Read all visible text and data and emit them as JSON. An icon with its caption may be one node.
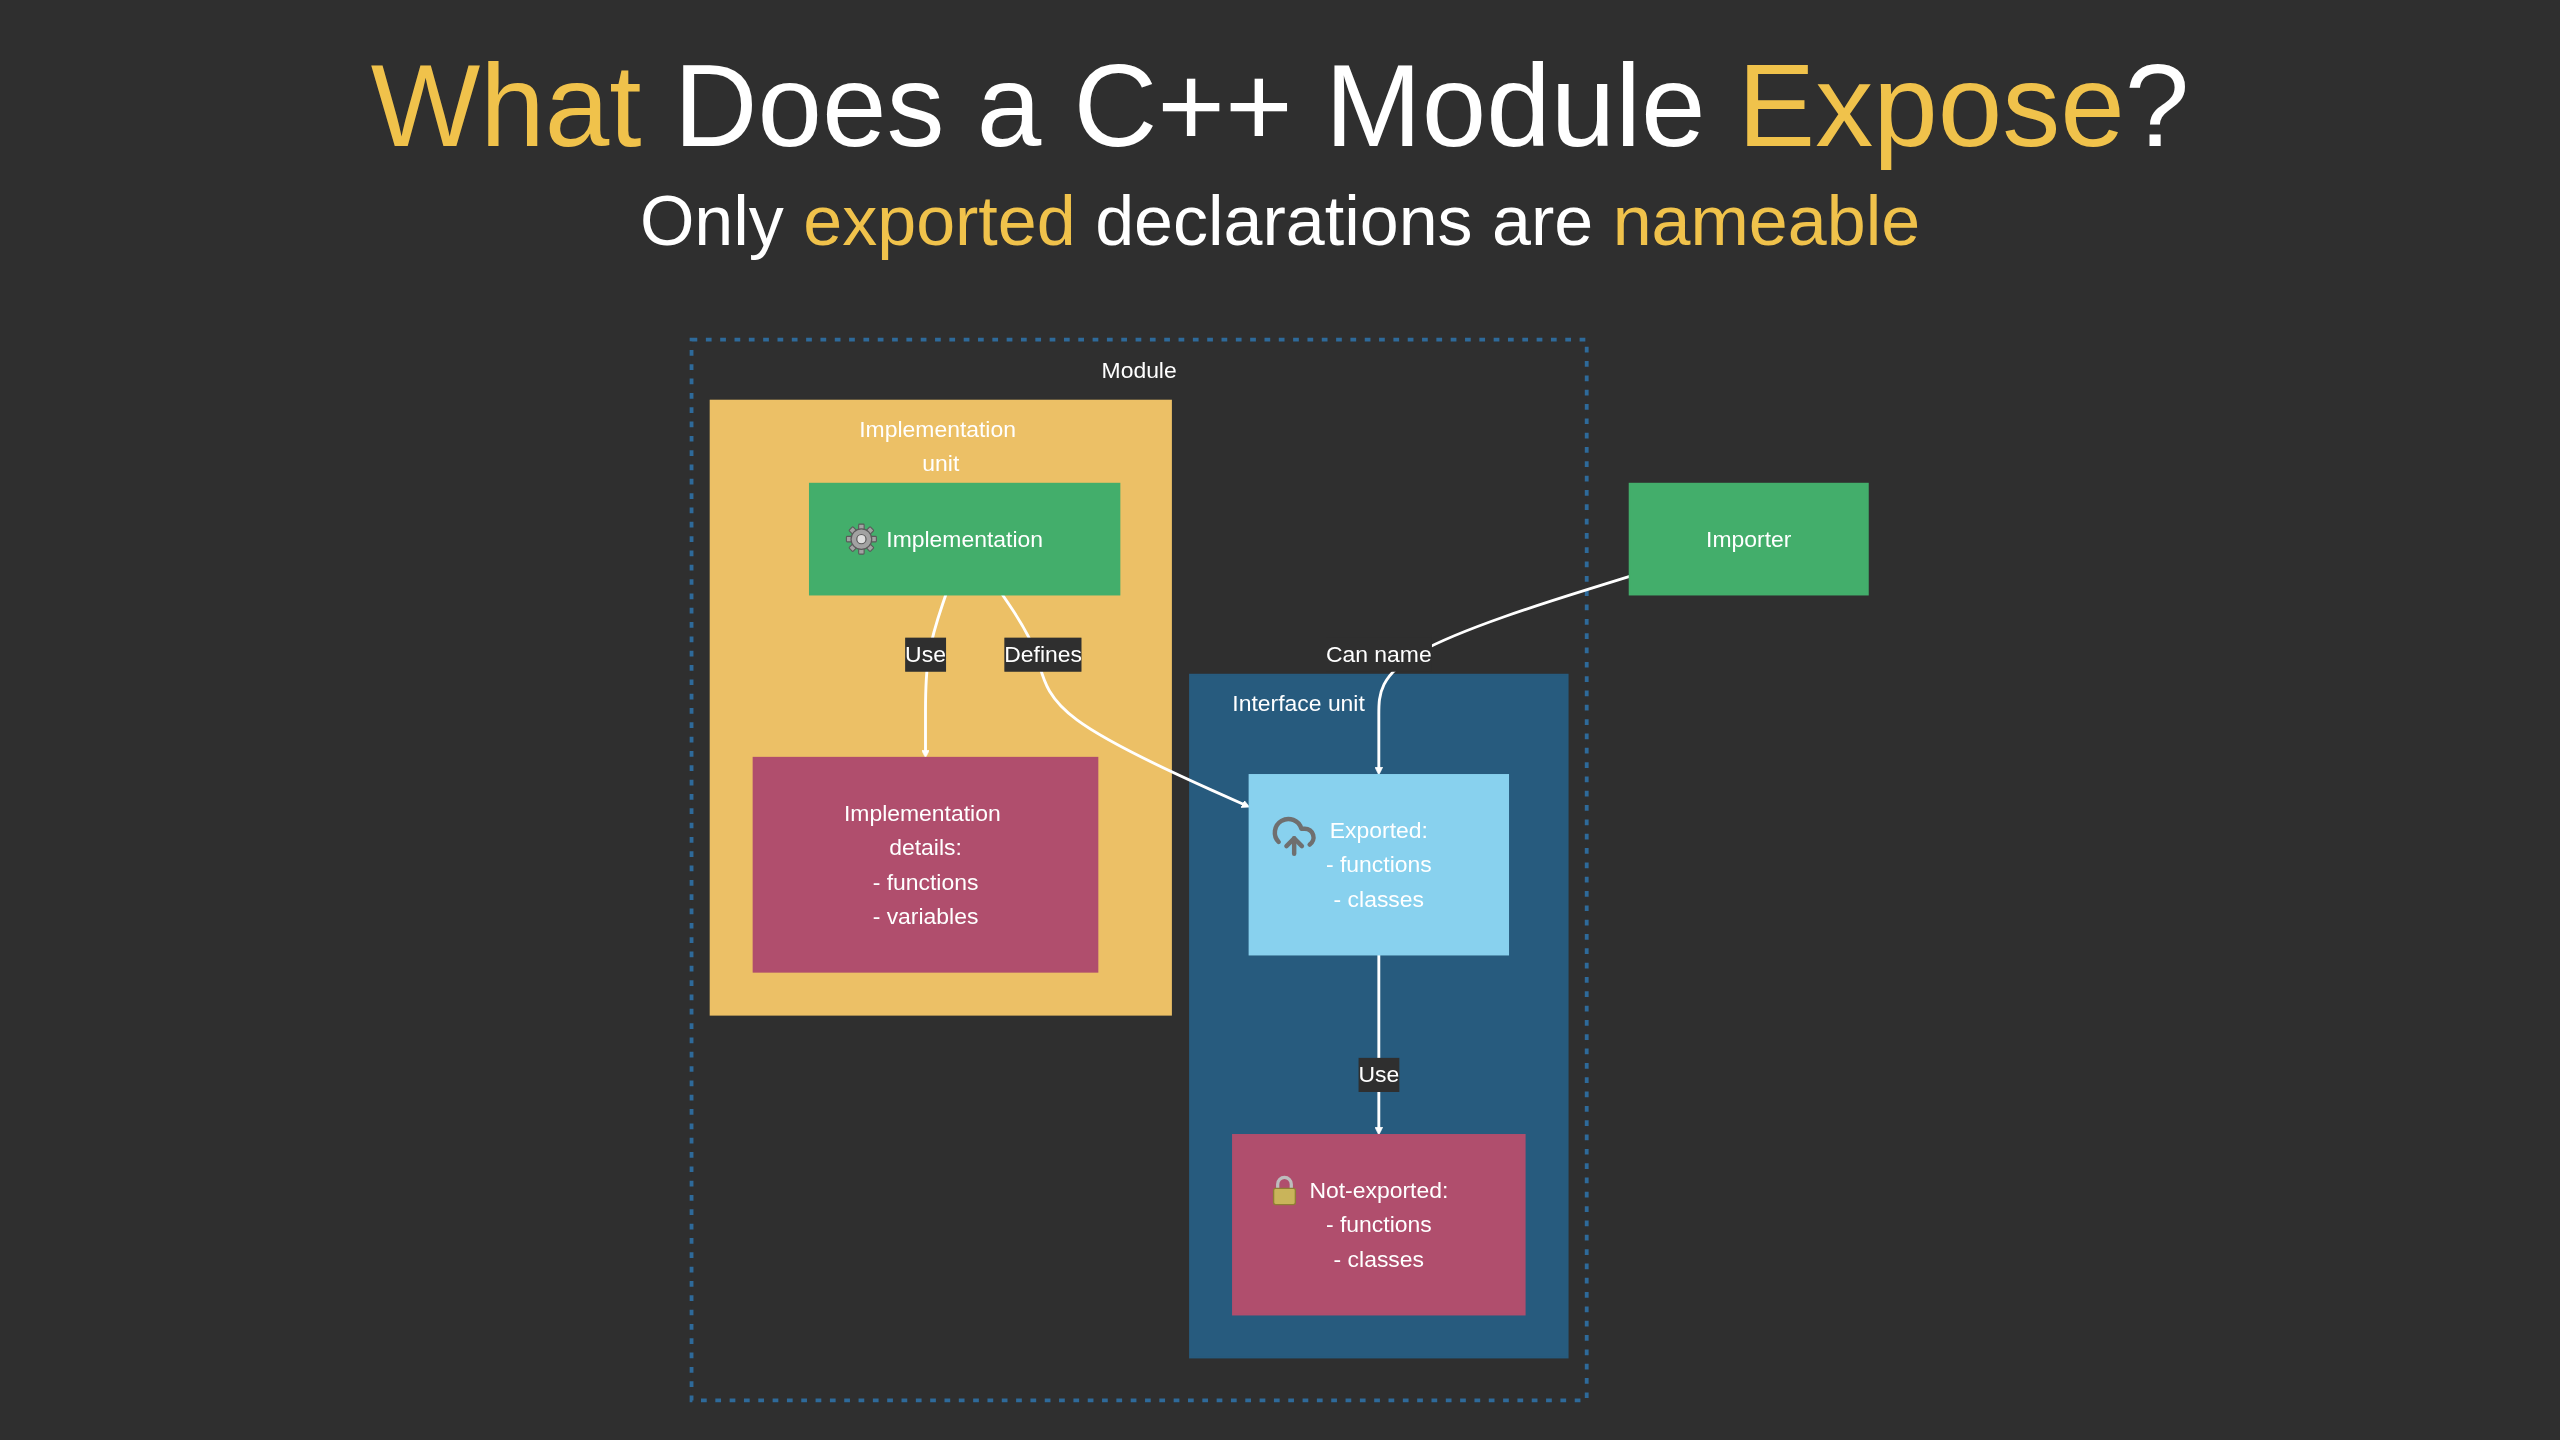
{
  "diagram": {
    "title": "What Does a C++ Module Expose?",
    "nodes": [
      {
        "text": [
          "Importer"
        ]
      },
      {
        "text": [
          "Module"
        ]
      },
      {
        "text": [
          "Interface unit"
        ],
        "in": 1
      },
      {
        "text": [
          "Exported:",
          "- functions",
          "- classes"
        ],
        "in": 2
      },
      {
        "text": [
          "Not-exported:",
          "- functions",
          "- classes"
        ],
        "in": 2
      },
      {
        "text": [
          "Implementation unit"
        ],
        "in": 1
      },
      {
        "text": [
          "Implementation"
        ],
        "in": 5
      },
      {
        "text": [
          "Implementation details:",
          "- functions",
          "- variables"
        ],
        "in": 5
      }
    ],
    "edges": [
      {
        "from": 0,
        "to": 3,
        "arrow": "to",
        "label": "Can name"
      },
      {
        "from": 6,
        "to": 3,
        "arrow": "to",
        "label": "Defines"
      },
      {
        "from": 3,
        "to": 4,
        "arrow": "to",
        "label": "Use"
      },
      {
        "from": 6,
        "to": 7,
        "arrow": "to",
        "label": "Use"
      }
    ],
    "labels": [
      "Only exported declarations are nameable"
    ]
  }
}
